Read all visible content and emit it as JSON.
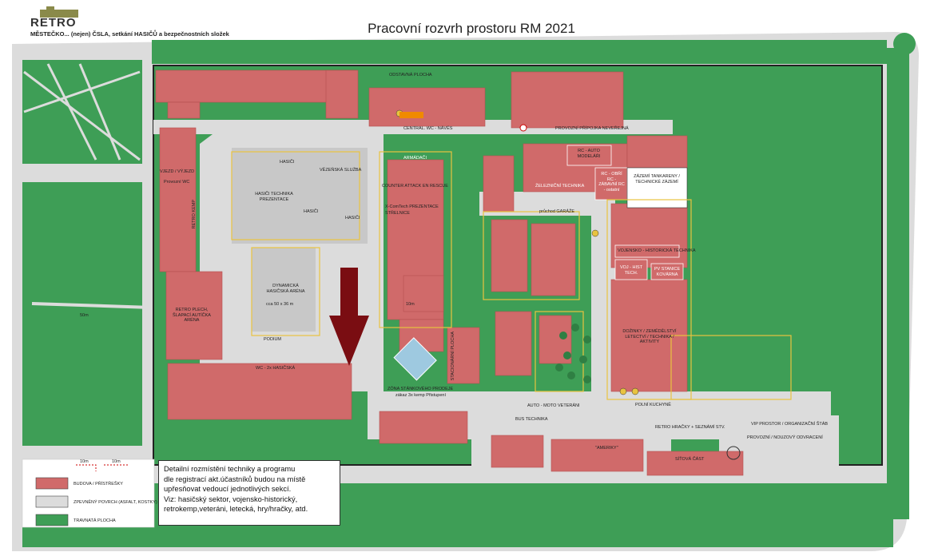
{
  "header": {
    "logo_text": "RETRO",
    "subtitle": "MĚSTEČKO... (nejen) ČSLA, setkání HASIČŮ a bezpečnostních složek",
    "title": "Pracovní rozvrh prostoru RM 2021"
  },
  "note": {
    "lines": [
      "Detailní rozmístění techniky a programu",
      "dle registrací akt.účastníků budou na místě",
      "upřesňovat vedoucí jednotlivých sekcí.",
      "Viz: hasičský sektor, vojensko-historický,",
      "retrokemp,veteráni, letecká, hry/hračky, atd."
    ]
  },
  "legend": {
    "scale_a": "10m",
    "scale_b": "10m",
    "items": [
      {
        "label": "BUDOVA / PŘÍSTŘEŠKY",
        "color": "#d06a6a"
      },
      {
        "label": "ZPEVNĚNÝ POVRCH (ASFALT, KOSTKY)",
        "color": "#dcdcdc"
      },
      {
        "label": "TRAVNATÁ PLOCHA",
        "color": "#3e9e56"
      }
    ]
  },
  "labels": {
    "ostavna": "ODSTAVNÁ PLOCHA",
    "central_wc": "CENTRAL. WC - NÁVĚS",
    "provozni": "PROVOZNÍ PŘÍPOJKA NEVEŘEJNÁ",
    "vjezd": "VJEZD / VÝJEZD",
    "provozni_wc": "Provozní WC",
    "hasici_top": "HASIČI",
    "vezenska": "VĚZEŇSKÁ SLUŽBA",
    "hasici_tech": "HASIČI TECHNIKA PREZENTACE",
    "hasici_mid": "HASIČI",
    "hasici_right": "HASIČI",
    "dynamicka": "DYNAMICKÁ HASIČSKÁ ARÉNA",
    "arena_size": "cca 50 x 36 m",
    "retro_plech": "RETRO PLECH, ŠLAPACÍ AUTÍČKA ARÉNA",
    "armadaci": "ARMÁDAČI",
    "counter": "COUNTER ATTACK EN RESCUE",
    "xcom": "X-ComTech PREZENTACE",
    "strelnice": "STŘELNICE",
    "rc_auto": "RC - AUTO MODELÁŘI",
    "zeleznicni": "ŽELEZNIČNÍ TECHNIKA",
    "rc_obri": "RC - OBŘÍ RC - ZÁBAVNÍ RC - ostatní",
    "zazemi": "ZÁZEMÍ TANKARENY / TECHNICKÉ ZÁZEMÍ",
    "pruchod": "průchod GARÁŽE",
    "vojensko": "VOJENSKO - HISTORICKÁ TECHNIKA",
    "voj_hist": "VOJ - HIST TECH.",
    "pvs": "PV STANICE KOVÁRNA",
    "dozinky": "DOŽINKY / ZEMĚDĚLSTVÍ LETECTVÍ / TECHNIKA / AKTIVITY",
    "zona_stan": "ZÓNA STÁNKOVÉHO PRODEJE",
    "zakaz": "zákaz 3x kemp Přistupení",
    "busy": "BUS TECHNIKA",
    "auto_moto": "AUTO - MOTO VETERÁNI",
    "polni": "POLNÍ KUCHYNĚ",
    "retro_hracky": "RETRO HRAČKY + SEZNÁMÍ STV.",
    "vip": "VIP PROSTOR / ORGANIZAČNÍ ŠTÁB",
    "provozni_odpad": "PROVOZNÍ / NOUZOVÝ ODVRACENÍ",
    "americky": "\"AMERIKY\"",
    "siteova": "SÍŤOVÁ ČÁST",
    "wc_hasicska": "WC - 2x HASIČSKÁ",
    "stacionarni": "STACIONÁRNÍ PLOCHA",
    "retro_kemp": "RETRO KEMP",
    "podium": "PODIUM",
    "m50": "50m",
    "m10": "10m"
  },
  "colors": {
    "building": "#d06a6a",
    "paved": "#dcdcdc",
    "grass": "#3e9e56",
    "arrow": "#7a0d12",
    "accent_yellow": "#e8c340"
  }
}
